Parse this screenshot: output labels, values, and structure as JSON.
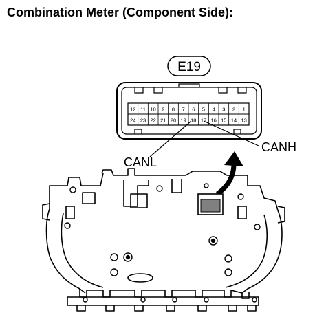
{
  "title": "Combination Meter (Component Side):",
  "connector": {
    "id": "E19",
    "top_row_pins": [
      "12",
      "11",
      "10",
      "9",
      "8",
      "7",
      "6",
      "5",
      "4",
      "3",
      "2",
      "1"
    ],
    "bottom_row_pins": [
      "24",
      "23",
      "22",
      "21",
      "20",
      "19",
      "18",
      "17",
      "16",
      "15",
      "14",
      "13"
    ]
  },
  "callouts": {
    "canl": "CANL",
    "canh": "CANH"
  }
}
